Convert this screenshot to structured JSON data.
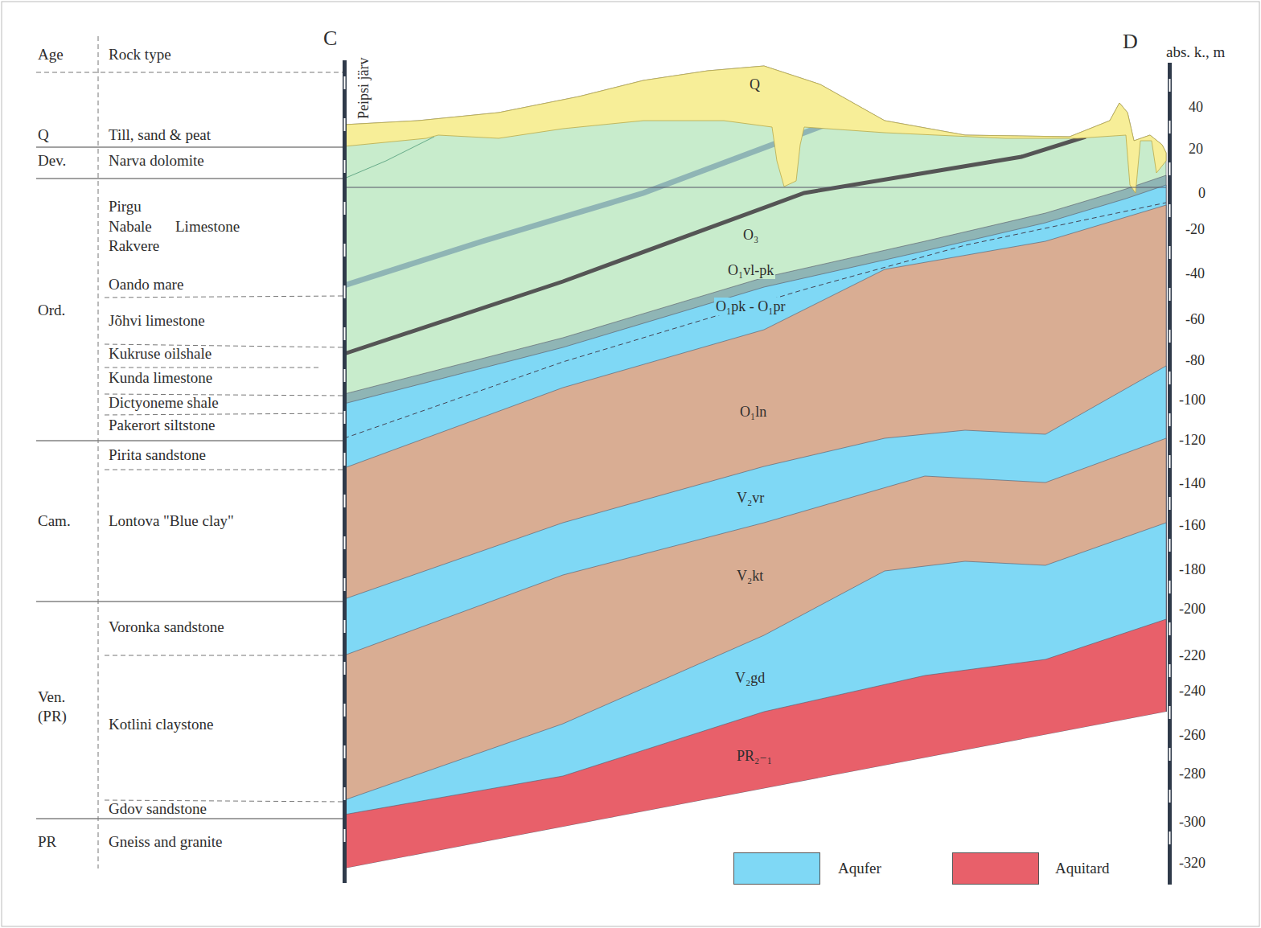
{
  "diagram": {
    "labels": [
      "Age",
      "Rock type",
      "C",
      "Peipsi järv",
      "D",
      "abs. k., m",
      "Q",
      "Q",
      "Till, sand & peat",
      "Dev.",
      "Narva dolomite",
      "Pirgu",
      "Nabale",
      "Limestone",
      "Rakvere",
      "Oando mare",
      "Ord.",
      "Jõhvi limestone",
      "Kukruse oilshale",
      "Kunda limestone",
      "Dictyoneme shale",
      "Pakerort siltstone",
      "Pirita sandstone",
      "Cam.",
      "Lontova \"Blue clay\"",
      "Voronka sandstone",
      "Ven.",
      "(PR)",
      "Kotlini claystone",
      "Gdov sandstone",
      "PR",
      "Gneiss and granite",
      "O₃",
      "O₁vl-pk",
      "O₁pk - O₁pr",
      "O₁ln",
      "V₂vr",
      "V₂kt",
      "V₂gd",
      "PR₂₋₁",
      "40",
      "20",
      "0",
      "-20",
      "-40",
      "-60",
      "-80",
      "-100",
      "-120",
      "-140",
      "-160",
      "-180",
      "-200",
      "-220",
      "-240",
      "-260",
      "-280",
      "-300",
      "-320"
    ],
    "legend": [
      {
        "text": "Aqufer",
        "color": "#7fd8f5"
      },
      {
        "text": "Aquitard",
        "color": "#e8606a"
      }
    ]
  }
}
